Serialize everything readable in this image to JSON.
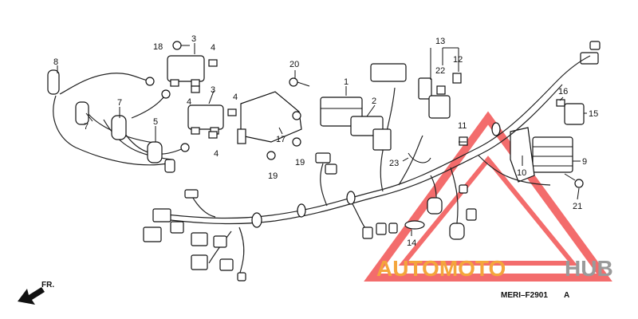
{
  "diagram": {
    "part_numbers": [
      "1",
      "2",
      "3",
      "3",
      "4",
      "4",
      "4",
      "4",
      "5",
      "6",
      "7",
      "8",
      "9",
      "10",
      "11",
      "12",
      "13",
      "14",
      "15",
      "16",
      "17",
      "18",
      "19",
      "19",
      "20",
      "21",
      "22",
      "23"
    ],
    "drawing_code": "MERI–F2901",
    "drawing_suffix": "A",
    "direction_label": "FR.",
    "watermark": {
      "left": "AUTOMOTO",
      "right": "HUB",
      "color_left": "#f4a53c",
      "color_right": "#9a9a9a",
      "triangle_color": "#ef3b3b"
    }
  }
}
